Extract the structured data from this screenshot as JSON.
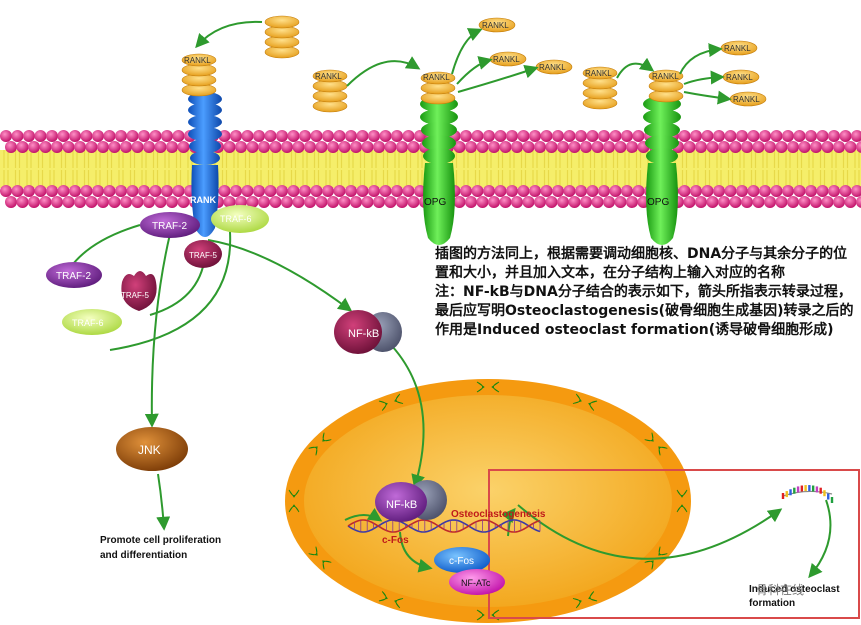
{
  "labels": {
    "rankl": "RANKL",
    "rank": "RANK",
    "opg": "OPG",
    "traf2": "TRAF-2",
    "traf5": "TRAF-5",
    "traf6": "TRAF-6",
    "nfkb": "NF-kB",
    "jnk": "JNK",
    "cfos": "c-Fos",
    "nfatc": "NF-ATc",
    "osteoclastogenesis": "Osteoclastogenesis",
    "promote_line1": "Promote cell proliferation",
    "promote_line2": "and differentiation",
    "induced_line1": "Induced osteoclast",
    "induced_line2": "formation"
  },
  "note": {
    "p1": "插图的方法同上，根据需要调动细胞核、DNA分子与其余分子的位置和大小，并且加入文本，在分子结构上输入对应的名称",
    "p2": "注：NF-kB与DNA分子结合的表示如下，箭头所指表示转录过程，最后应写明Osteoclastogenesis(破骨细胞生成基因)转录之后的作用是Induced osteoclast formation(诱导破骨细胞形成)"
  },
  "watermark": "骨科在线",
  "colors": {
    "membrane_head": "#e0207a",
    "membrane_tail": "#f5ee6a",
    "rank_blue": "#1f6fe0",
    "opg_green": "#2ec81e",
    "rankl_orange": "#f2b431",
    "nucleus_outer": "#f59a10",
    "nucleus_inner": "#f6b92a",
    "arrow_green": "#2e9a2e",
    "highlight_box": "#d94a4a"
  }
}
